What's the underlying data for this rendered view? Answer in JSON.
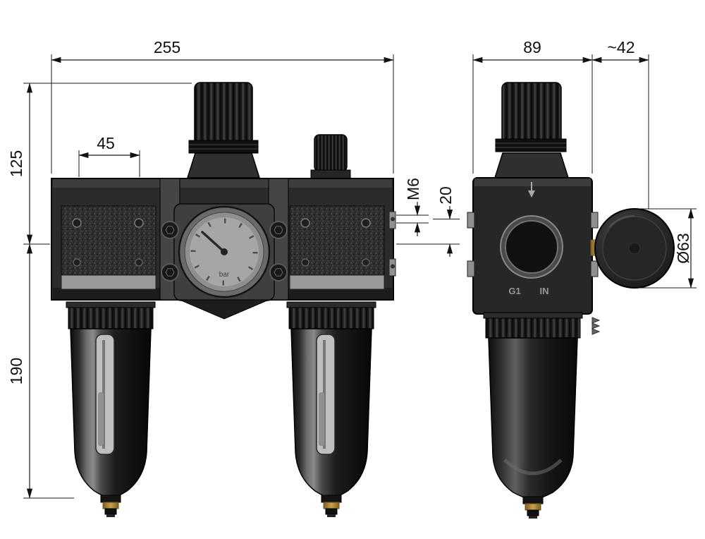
{
  "drawing": {
    "type": "technical-drawing",
    "views": [
      "front-view",
      "side-view"
    ]
  },
  "dimensions": {
    "total_width": "255",
    "body_depth": "89",
    "gauge_offset": "~42",
    "upper_height": "125",
    "mount_offset": "45",
    "bowl_height": "190",
    "thread_size": "M6",
    "port_offset": "20",
    "gauge_diameter": "Ø63"
  },
  "labels": {
    "port_thread": "G1",
    "port_direction": "IN",
    "gauge_unit": "bar"
  },
  "colors": {
    "line": "#1a1a1a",
    "body_dark": "#262626",
    "panel_speckle": "#2f2f2f",
    "metal_light": "#999999",
    "brass": "#caa14d",
    "background": "#ffffff"
  }
}
